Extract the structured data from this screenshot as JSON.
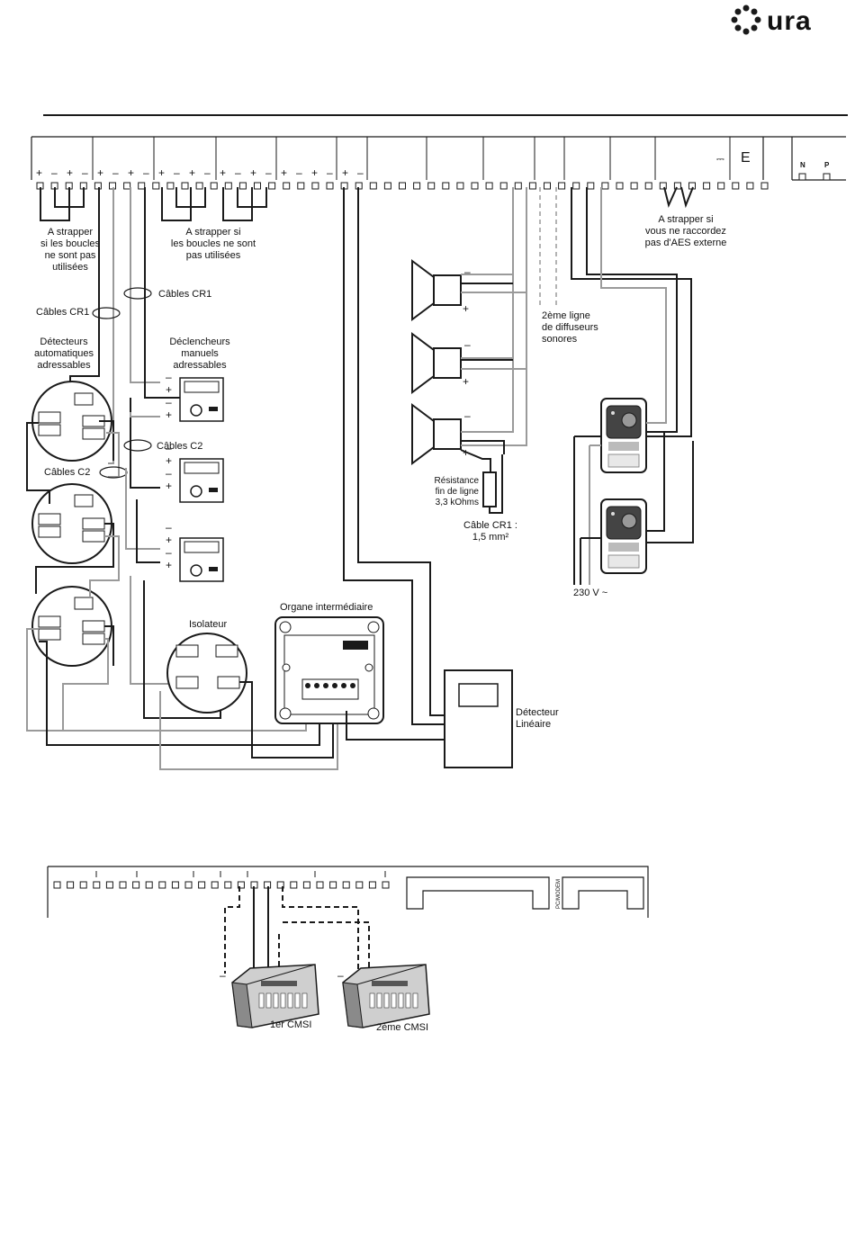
{
  "brand": {
    "logo_text": "ura"
  },
  "panel": {
    "polarity_signs": [
      "+",
      "–",
      "+",
      "–",
      "+",
      "–",
      "+",
      "–",
      "+",
      "–",
      "+",
      "–",
      "+",
      "–",
      "+",
      "–",
      "+",
      "–",
      "+",
      "–",
      "+",
      "–"
    ],
    "dc_symbol": "⎓",
    "earth_label": "E",
    "neutral_label": "N",
    "phase_label": "P"
  },
  "labels": {
    "strap_loops_1": [
      "A strapper",
      "si les boucles",
      "ne sont pas",
      "utilisées"
    ],
    "strap_loops_2": [
      "A strapper si",
      "les boucles ne sont",
      "pas utilisées"
    ],
    "strap_aes": [
      "A strapper si",
      "vous ne raccordez",
      "pas d'AES externe"
    ],
    "cables_cr1_a": "Câbles CR1",
    "cables_cr1_b": "Câbles CR1",
    "cables_c2_a": "Câbles C2",
    "cables_c2_b": "Câbles C2",
    "auto_detectors": [
      "Détecteurs",
      "automatiques",
      "adressables"
    ],
    "manual_triggers": [
      "Déclencheurs",
      "manuels",
      "adressables"
    ],
    "second_line": [
      "2ème ligne",
      "de diffuseurs",
      "sonores"
    ],
    "resistor": [
      "Résistance",
      "fin de ligne",
      "3,3 kOhms"
    ],
    "cable_section": [
      "Câble CR1 :",
      "1,5 mm²"
    ],
    "mains": "230 V ~",
    "isolator": "Isolateur",
    "intermediate": "Organe intermédiaire",
    "linear_detector": [
      "Détecteur",
      "Linéaire"
    ],
    "cmsi_1": "1er CMSI",
    "cmsi_2": "2ème CMSI",
    "pc_modem": "PC/MODEM",
    "minus": "–",
    "plus": "+"
  }
}
